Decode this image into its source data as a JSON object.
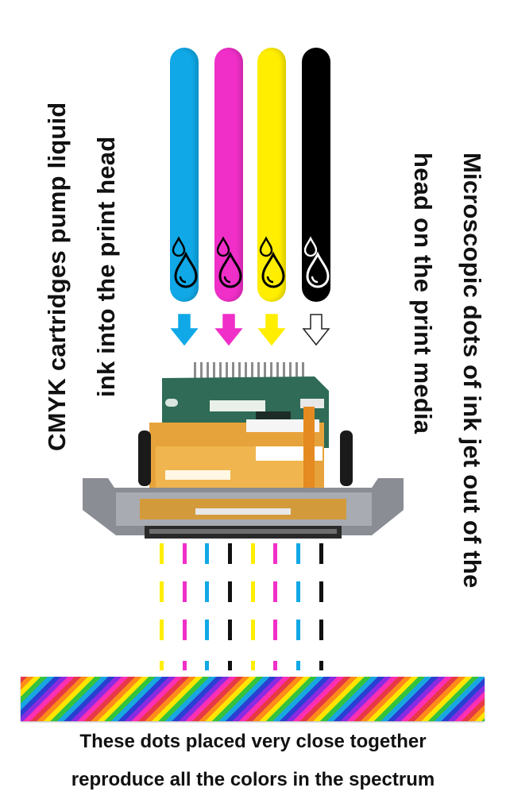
{
  "left_caption": {
    "line1": "CMYK cartridges pump liquid",
    "line2": "ink into the print head"
  },
  "right_caption": {
    "line1": "Microscopic dots of ink jet out of the",
    "line2": "head on the print media"
  },
  "bottom_caption": {
    "line1": "These dots placed very close together",
    "line2": "reproduce all the colors in the spectrum"
  },
  "cartridges": [
    {
      "color": "#10a8e6",
      "icon": "ink-drop-icon"
    },
    {
      "color": "#f02fc8",
      "icon": "ink-drop-icon"
    },
    {
      "color": "#ffee00",
      "icon": "ink-drop-icon"
    },
    {
      "color": "#000000",
      "icon": "ink-drop-icon"
    }
  ],
  "nozzle_colors": [
    "#ffee00",
    "#f02fc8",
    "#10a8e6",
    "#111111",
    "#ffee00",
    "#f02fc8",
    "#10a8e6",
    "#111111"
  ],
  "colors": {
    "cyan": "#10a8e6",
    "magenta": "#f02fc8",
    "yellow": "#ffee00",
    "black": "#000000"
  },
  "print_head": {
    "icon": "print-head-icon"
  }
}
